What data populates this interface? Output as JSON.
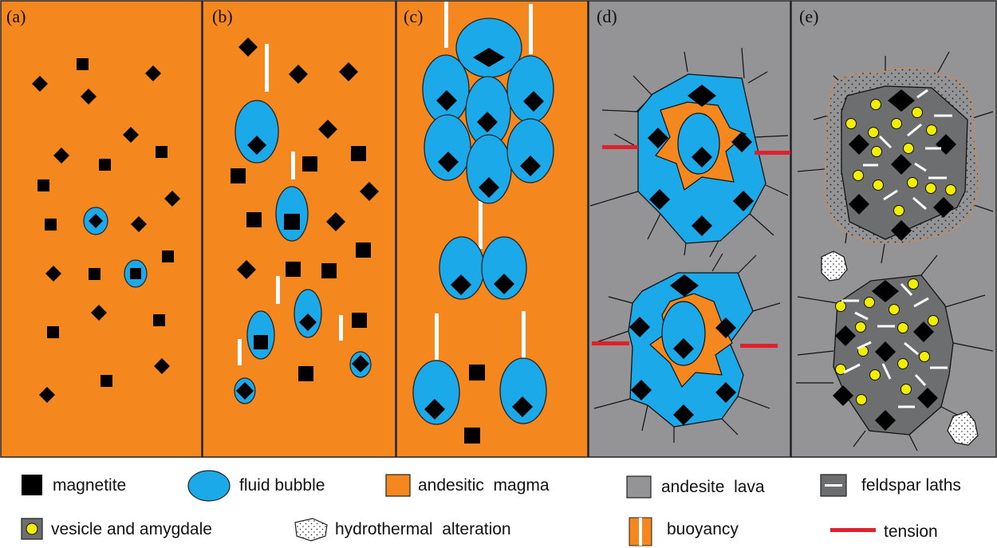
{
  "panels": [
    {
      "label": "(a)"
    },
    {
      "label": "(b)"
    },
    {
      "label": "(c)"
    },
    {
      "label": "(d)"
    },
    {
      "label": "(e)"
    }
  ],
  "legend": {
    "magnetite": "magnetite",
    "fluid_bubble": "fluid bubble",
    "andesitic_magma": "andesitic  magma",
    "andesite_lava": "andesite  lava",
    "feldspar_laths": "feldspar laths",
    "vesicle": "vesicle and amygdale",
    "hydrothermal": "hydrothermal  alteration",
    "buoyancy": "buoyancy",
    "tension": "tension"
  },
  "colors": {
    "magma": "#f5871f",
    "fluid": "#1ba9e9",
    "lava": "#949496",
    "mineral": "#000000",
    "vesicle": "#f2ee00",
    "tension": "#e0202a",
    "buoyancy": "#ffffff",
    "crystal_gray": "#6d6e70"
  }
}
